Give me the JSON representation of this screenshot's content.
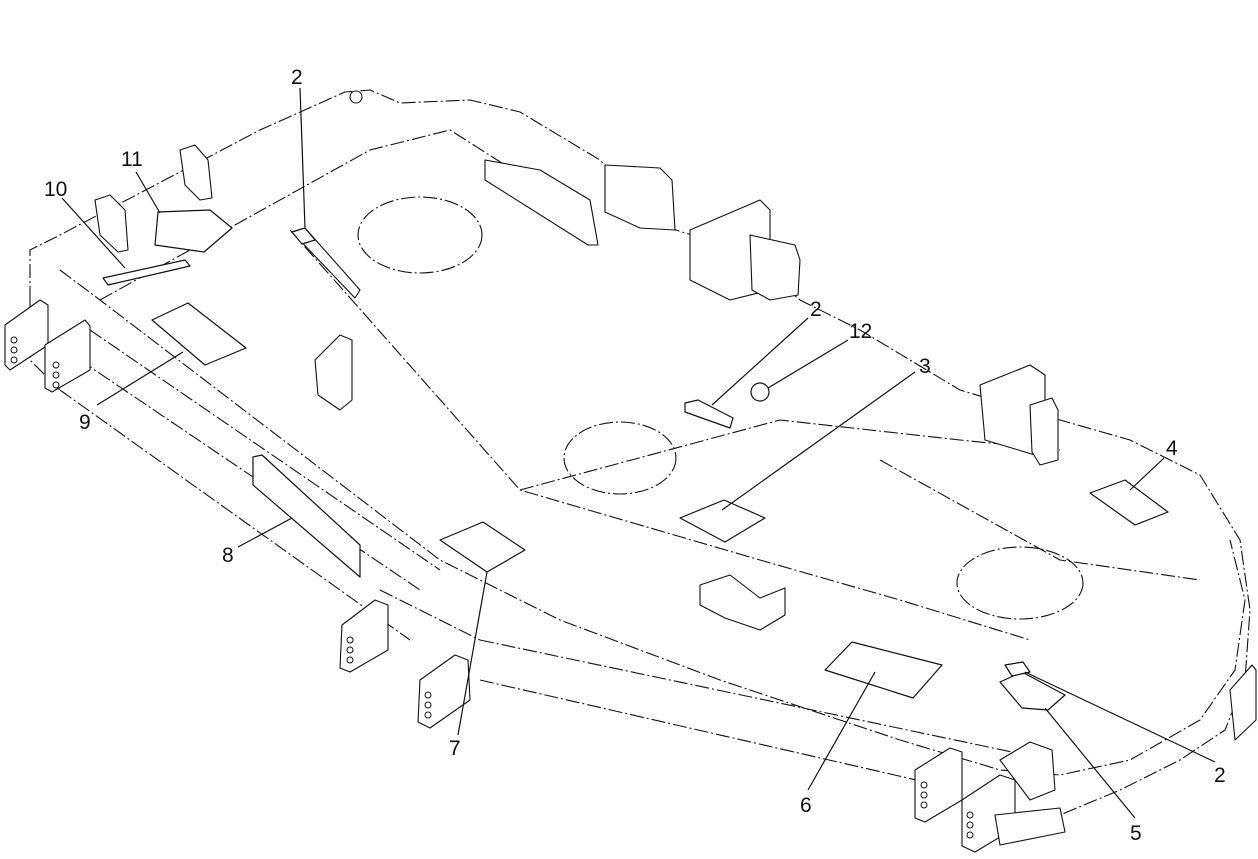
{
  "callouts": [
    {
      "id": "c2a",
      "text": "2"
    },
    {
      "id": "c11",
      "text": "11"
    },
    {
      "id": "c10",
      "text": "10"
    },
    {
      "id": "c9",
      "text": "9"
    },
    {
      "id": "c8",
      "text": "8"
    },
    {
      "id": "c7",
      "text": "7"
    },
    {
      "id": "c2b",
      "text": "2"
    },
    {
      "id": "c12",
      "text": "12"
    },
    {
      "id": "c3",
      "text": "3"
    },
    {
      "id": "c4",
      "text": "4"
    },
    {
      "id": "c6",
      "text": "6"
    },
    {
      "id": "c5",
      "text": "5"
    },
    {
      "id": "c2c",
      "text": "2"
    }
  ]
}
